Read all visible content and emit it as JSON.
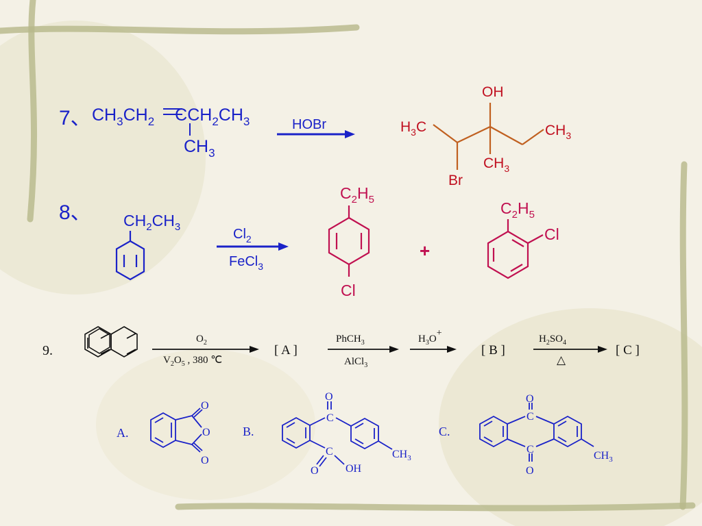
{
  "colors": {
    "blue": "#1a22c8",
    "red": "#c01020",
    "orange": "#c06020",
    "magenta": "#c01050",
    "ink": "#111111",
    "bg": "#f4f1e6"
  },
  "p7": {
    "num": "7、",
    "react": [
      {
        "base": "CH",
        "sub": "3"
      },
      {
        "base": "CH",
        "sub": "2"
      },
      {
        "base": "C"
      },
      {
        "base": "CH",
        "sub": "2"
      },
      {
        "base": "CH",
        "sub": "3"
      }
    ],
    "branch": {
      "base": "CH",
      "sub": "3"
    },
    "reagent": "HOBr",
    "prod": {
      "oh": "OH",
      "h3c_pre": "H",
      "h3c_sub": "3",
      "h3c_post": "C",
      "ch3a_base": "CH",
      "ch3a_sub": "3",
      "ch3b_base": "CH",
      "ch3b_sub": "3",
      "br": "Br"
    }
  },
  "p8": {
    "num": "8、",
    "react": {
      "a": "CH",
      "a_sub": "2",
      "b": "CH",
      "b_sub": "3"
    },
    "reagent_top": {
      "base": "Cl",
      "sub": "2"
    },
    "reagent_bot": {
      "base": "FeCl",
      "sub": "3"
    },
    "prod1": {
      "top_c": "C",
      "top_c_sub": "2",
      "top_h": "H",
      "top_h_sub": "5",
      "bottom": "Cl"
    },
    "plus": "+",
    "prod2": {
      "c": "C",
      "c_sub": "2",
      "h": "H",
      "h_sub": "5",
      "cl": "Cl"
    }
  },
  "p9": {
    "num": "9.",
    "step1_top": {
      "base": "O",
      "sub": "2"
    },
    "step1_bot": {
      "a": "V",
      "a_sub": "2",
      "b": "O",
      "b_sub": "5",
      "tail": " , 380 ℃"
    },
    "A": "[  A  ]",
    "step2_top": {
      "a": "PhCH",
      "a_sub": "3"
    },
    "step2_bot": {
      "a": "AlCl",
      "a_sub": "3"
    },
    "step3_top": {
      "a": "H",
      "a_sub": "3",
      "b": "O",
      "sup": "+"
    },
    "B": "[  B  ]",
    "step4_top": {
      "a": "H",
      "a_sub": "2",
      "b": "SO",
      "b_sub": "4"
    },
    "step4_bot": "△",
    "C": "[  C  ]",
    "optA": {
      "label": "A.",
      "o_top": "O",
      "o_ring": "O",
      "o_bot": "O"
    },
    "optB": {
      "label": "B.",
      "o_top": "O",
      "c_top": "C",
      "ch3": "CH",
      "ch3_sub": "3",
      "c_bot": "C",
      "o_bot": "O",
      "oh": "OH"
    },
    "optC": {
      "label": "C.",
      "o_top": "O",
      "c_top": "C",
      "c_bot": "C",
      "o_bot": "O",
      "ch3": "CH",
      "ch3_sub": "3"
    }
  }
}
